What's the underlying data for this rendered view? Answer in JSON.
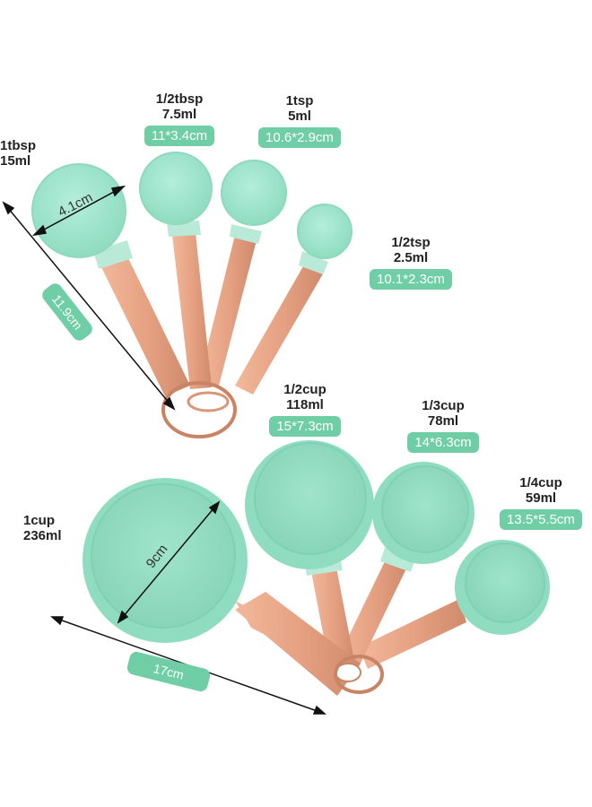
{
  "colors": {
    "mint": "#9ee5cc",
    "mint_dark": "#7fd1b5",
    "copper": "#e8a787",
    "copper_dark": "#c98466",
    "label_bg": "#6fcea6",
    "text": "#222222"
  },
  "spoons": [
    {
      "name": "1tbsp",
      "volume": "15ml",
      "size": ""
    },
    {
      "name": "1/2tbsp",
      "volume": "7.5ml",
      "size": "11*3.4cm"
    },
    {
      "name": "1tsp",
      "volume": "5ml",
      "size": "10.6*2.9cm"
    },
    {
      "name": "1/2tsp",
      "volume": "2.5ml",
      "size": "10.1*2.3cm"
    }
  ],
  "cups": [
    {
      "name": "1cup",
      "volume": "236ml",
      "size": ""
    },
    {
      "name": "1/2cup",
      "volume": "118ml",
      "size": "15*7.3cm"
    },
    {
      "name": "1/3cup",
      "volume": "78ml",
      "size": "14*6.3cm"
    },
    {
      "name": "1/4cup",
      "volume": "59ml",
      "size": "13.5*5.5cm"
    }
  ],
  "dimensions": {
    "spoon_bowl_width": "4.1cm",
    "spoon_length": "11.9cm",
    "cup_diameter": "9cm",
    "cup_length": "17cm"
  }
}
